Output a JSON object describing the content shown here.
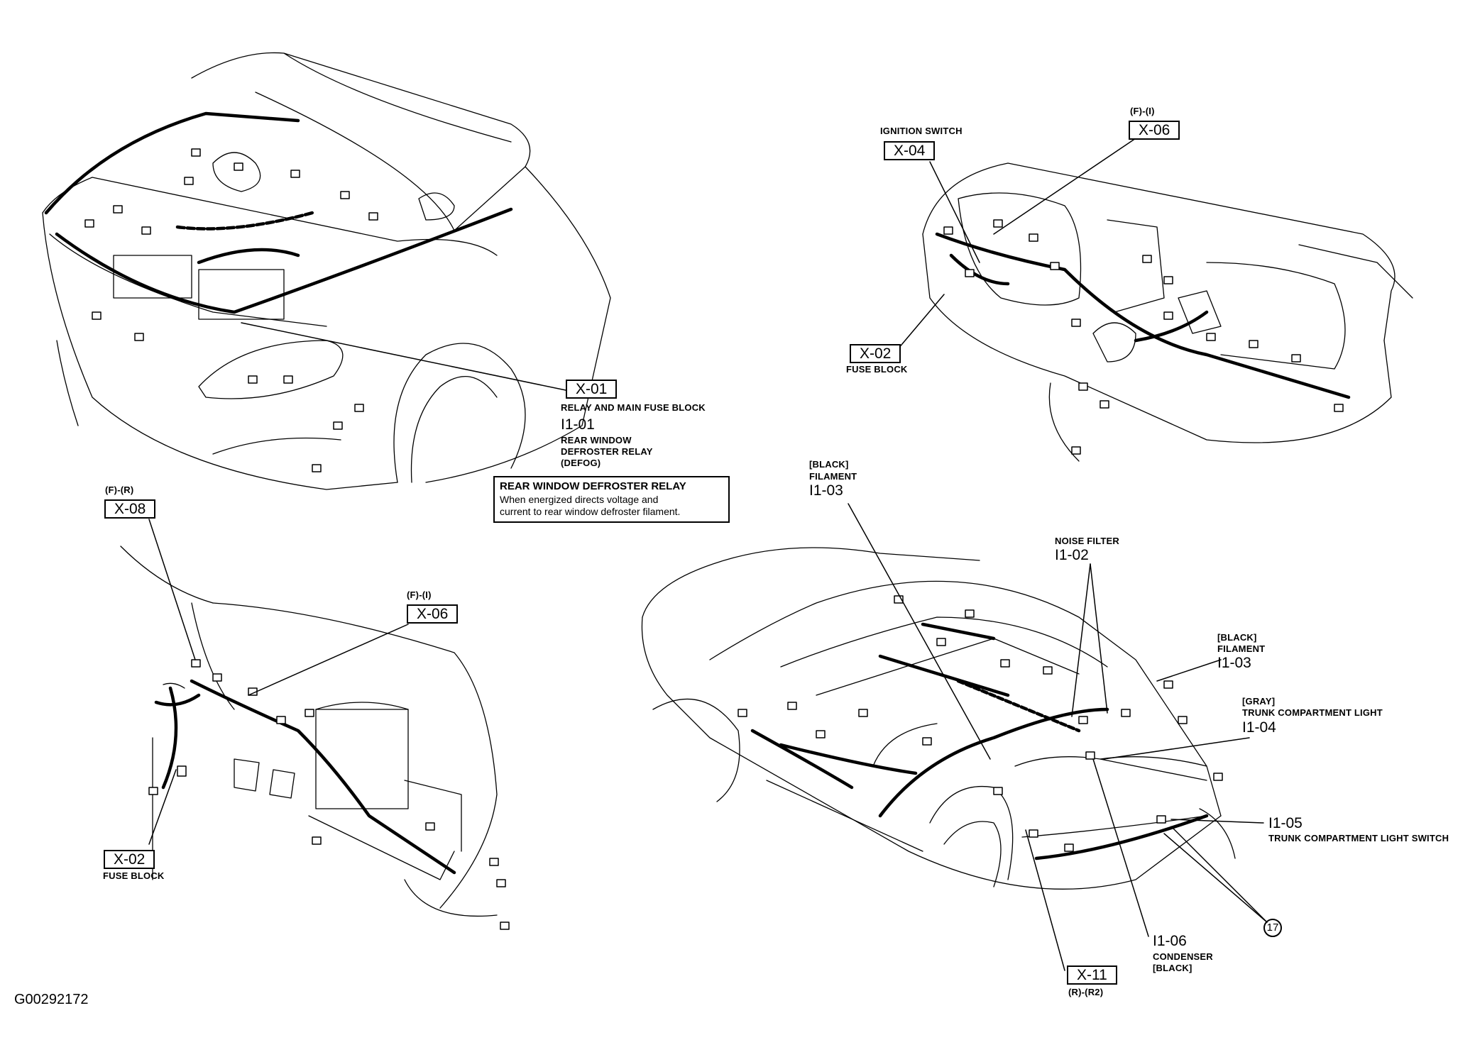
{
  "labels": {
    "x01": "X-01",
    "x01_desc": "RELAY AND MAIN FUSE BLOCK",
    "i101": "I1-01",
    "i101_desc1": "REAR WINDOW",
    "i101_desc2": "DEFROSTER RELAY",
    "i101_desc3": "(DEFOG)",
    "note_title": "REAR WINDOW DEFROSTER RELAY",
    "note_line1": "When energized directs voltage and",
    "note_line2": "current to rear window defroster filament.",
    "ign_switch": "IGNITION SWITCH",
    "x04": "X-04",
    "x06_top_prefix": "(F)-(I)",
    "x06_top": "X-06",
    "x02_top": "X-02",
    "fuse_block_top": "FUSE BLOCK",
    "x08_prefix": "(F)-(R)",
    "x08": "X-08",
    "x06_bottom_prefix": "(F)-(I)",
    "x06_bottom": "X-06",
    "x02_bottom": "X-02",
    "fuse_block_bottom": "FUSE BLOCK",
    "i103a_color": "[BLACK]",
    "i103a_desc": "FILAMENT",
    "i103a": "I1-03",
    "noise_filter": "NOISE FILTER",
    "i102": "I1-02",
    "i103b_color": "[BLACK]",
    "i103b_desc": "FILAMENT",
    "i103b": "I1-03",
    "i104_color": "[GRAY]",
    "i104_desc": "TRUNK COMPARTMENT LIGHT",
    "i104": "I1-04",
    "i105": "I1-05",
    "i105_desc": "TRUNK COMPARTMENT LIGHT SWITCH",
    "circle_17": "17",
    "i106": "I1-06",
    "i106_desc": "CONDENSER",
    "i106_color": "[BLACK]",
    "x11": "X-11",
    "x11_suffix": "(R)-(R2)",
    "code": "G00292172"
  }
}
